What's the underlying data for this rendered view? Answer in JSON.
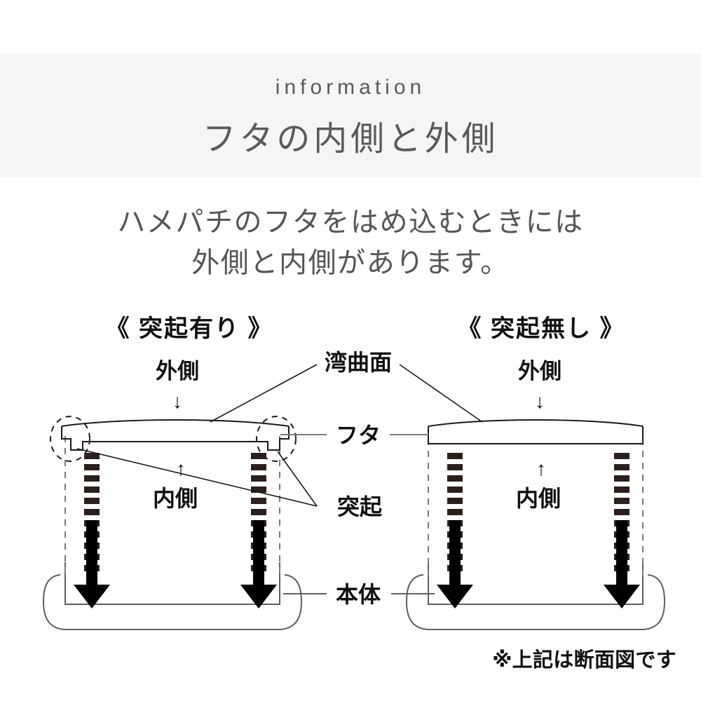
{
  "header": {
    "eyebrow": "information",
    "title": "フタの内側と外側",
    "band_color": "#f5f5f5",
    "text_color": "#5a5a5a"
  },
  "lead": {
    "line1": "ハメパチのフタをはめ込むときには",
    "line2": "外側と内側があります。"
  },
  "diagram": {
    "left": {
      "heading": "《 突起有り 》",
      "outside_label": "外側",
      "outside_arrow": "↓",
      "inside_label": "内側",
      "inside_arrow": "↑"
    },
    "right": {
      "heading": "《 突起無し 》",
      "outside_label": "外側",
      "outside_arrow": "↓",
      "inside_label": "内側",
      "inside_arrow": "↑"
    },
    "center_labels": {
      "curved_surface": "湾曲面",
      "lid": "フタ",
      "protrusion": "突起",
      "body": "本体"
    },
    "colors": {
      "stroke": "#111111",
      "line": "#6e6e6e",
      "hatch": "#2b201c",
      "arrow": "#000000"
    }
  },
  "footnote": "※上記は断面図です"
}
